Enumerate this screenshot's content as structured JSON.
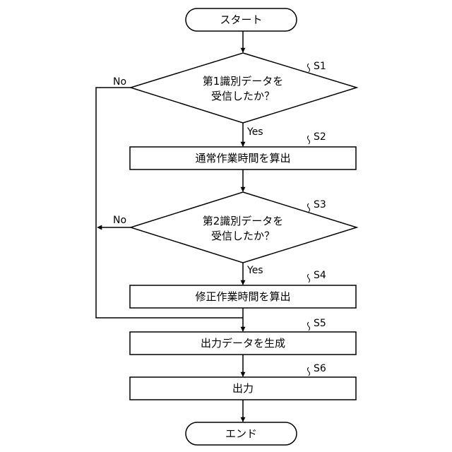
{
  "diagram": {
    "start": "スタート",
    "end": "エンド",
    "steps": {
      "s1": {
        "label": "S1",
        "lines": [
          "第1識別データを",
          "受信したか？"
        ]
      },
      "s2": {
        "label": "S2",
        "text": "通常作業時間を算出"
      },
      "s3": {
        "label": "S3",
        "lines": [
          "第2識別データを",
          "受信したか？"
        ]
      },
      "s4": {
        "label": "S4",
        "text": "修正作業時間を算出"
      },
      "s5": {
        "label": "S5",
        "text": "出力データを生成"
      },
      "s6": {
        "label": "S6",
        "text": "出力"
      }
    },
    "branch": {
      "yes": "Yes",
      "no": "No"
    }
  }
}
